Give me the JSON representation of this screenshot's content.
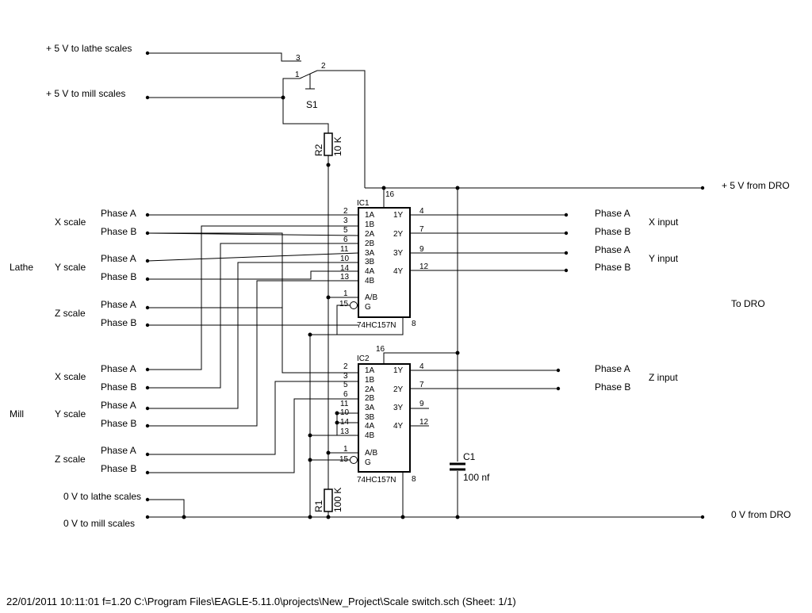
{
  "power": {
    "lathe_5v": "+ 5 V to lathe scales",
    "mill_5v": "+ 5 V to mill scales",
    "dro_5v": "+ 5 V from DRO",
    "lathe_0v": "0 V to lathe scales",
    "mill_0v": "0 V to mill scales",
    "dro_0v": "0 V from DRO"
  },
  "switch": {
    "name": "S1",
    "pin1": "1",
    "pin2": "2",
    "pin3": "3"
  },
  "resistors": [
    {
      "name": "R2",
      "value": "10 K"
    },
    {
      "name": "R1",
      "value": "100 K"
    }
  ],
  "capacitor": {
    "name": "C1",
    "value": "100 nf"
  },
  "groups": {
    "lathe": "Lathe",
    "mill": "Mill",
    "to_dro": "To DRO"
  },
  "scales": {
    "x": "X scale",
    "y": "Y scale",
    "z": "Z scale"
  },
  "phases": {
    "a": "Phase A",
    "b": "Phase B"
  },
  "outputs": {
    "x": "X input",
    "y": "Y input",
    "z": "Z input"
  },
  "chips": [
    {
      "name": "IC1",
      "part": "74HC157N",
      "vcc_pin": "16",
      "gnd_pin": "8",
      "in_pins": [
        "2",
        "3",
        "5",
        "6",
        "11",
        "10",
        "14",
        "13",
        "1",
        "15"
      ],
      "in_labels": [
        "1A",
        "1B",
        "2A",
        "2B",
        "3A",
        "3B",
        "4A",
        "4B",
        "A/B",
        "G"
      ],
      "out_labels": [
        "1Y",
        "2Y",
        "3Y",
        "4Y"
      ],
      "out_pins": [
        "4",
        "7",
        "9",
        "12"
      ]
    },
    {
      "name": "IC2",
      "part": "74HC157N",
      "vcc_pin": "16",
      "gnd_pin": "8",
      "in_pins": [
        "2",
        "3",
        "5",
        "6",
        "11",
        "10",
        "14",
        "13",
        "1",
        "15"
      ],
      "in_labels": [
        "1A",
        "1B",
        "2A",
        "2B",
        "3A",
        "3B",
        "4A",
        "4B",
        "A/B",
        "G"
      ],
      "out_labels": [
        "1Y",
        "2Y",
        "3Y",
        "4Y"
      ],
      "out_pins": [
        "4",
        "7",
        "9",
        "12"
      ]
    }
  ],
  "footer": "22/01/2011 10:11:01  f=1.20  C:\\Program Files\\EAGLE-5.11.0\\projects\\New_Project\\Scale switch.sch (Sheet: 1/1)"
}
